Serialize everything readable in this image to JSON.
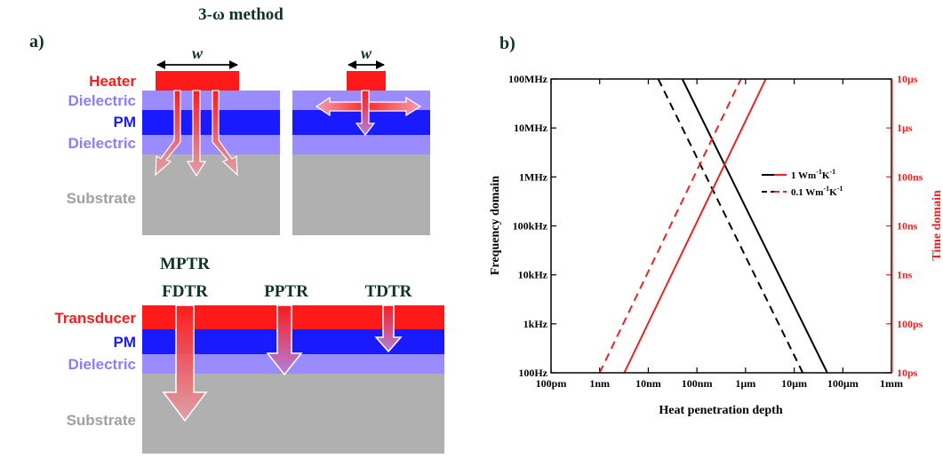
{
  "panel_a": {
    "title": "3-ω method",
    "label": "a)",
    "width_symbol": "w",
    "top_layers": [
      "Heater",
      "Dielectric",
      "PM",
      "Dielectric",
      "Substrate"
    ],
    "bottom_methods": {
      "mptr": "MPTR",
      "fdtr": "FDTR",
      "pptr": "PPTR",
      "tdtr": "TDTR"
    },
    "bottom_layers": [
      "Transducer",
      "PM",
      "Dielectric",
      "Substrate"
    ]
  },
  "panel_b": {
    "label": "b)"
  },
  "chart_data": {
    "type": "line",
    "xlabel": "Heat penetration depth",
    "ylabel_left": "Frequency domain",
    "ylabel_right": "Time domain",
    "x_scale": "log",
    "y_scale": "log",
    "xlim": [
      1e-10,
      0.001
    ],
    "ylim_left": [
      100,
      100000000
    ],
    "ylim_right": [
      1e-11,
      1e-05
    ],
    "x_ticks": [
      "100pm",
      "1nm",
      "10nm",
      "100nm",
      "1µm",
      "10µm",
      "100µm",
      "1mm"
    ],
    "y_ticks_left": [
      "100Hz",
      "1kHz",
      "10kHz",
      "100kHz",
      "1MHz",
      "10MHz",
      "100MHz"
    ],
    "y_ticks_right": [
      "10ps",
      "100ps",
      "1ns",
      "10ns",
      "100ns",
      "1µs",
      "10µs"
    ],
    "legend": [
      {
        "label": "1 Wm",
        "sup": "-1",
        "label2": "K",
        "sup2": "-1",
        "dash": "solid"
      },
      {
        "label": "0.1 Wm",
        "sup": "-1",
        "label2": "K",
        "sup2": "-1",
        "dash": "dashed"
      }
    ],
    "legend_position": "middle-right",
    "series": [
      {
        "axis": "frequency",
        "color": "#000000",
        "dash": "solid",
        "points": [
          [
            5e-08,
            100000000
          ],
          [
            4.8e-05,
            100
          ]
        ]
      },
      {
        "axis": "frequency",
        "color": "#000000",
        "dash": "dashed",
        "points": [
          [
            1.6e-08,
            100000000
          ],
          [
            1.5e-05,
            100
          ]
        ]
      },
      {
        "axis": "time",
        "color": "#ee2222",
        "dash": "solid",
        "points": [
          [
            3.2e-09,
            1e-11
          ],
          [
            2.6e-06,
            1e-05
          ]
        ]
      },
      {
        "axis": "time",
        "color": "#ee2222",
        "dash": "dashed",
        "points": [
          [
            1e-09,
            1e-11
          ],
          [
            8e-07,
            1e-05
          ]
        ]
      }
    ]
  },
  "colors": {
    "heater": "#ff1a1a",
    "dielectric": "#9a8cff",
    "pm": "#1a1aff",
    "substrate": "#b0b0b0",
    "label_dielectric": "#8a7fff",
    "label_substrate": "#a0a0a0",
    "label_dark": "#0f3326",
    "right_axis": "#ee2222"
  }
}
